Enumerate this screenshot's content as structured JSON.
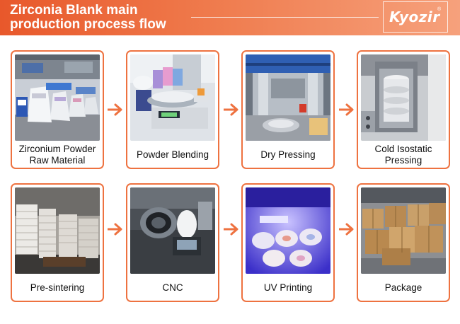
{
  "header": {
    "title_line1": "Zirconia Blank main",
    "title_line2": "production process flow",
    "logo": "Kyozir",
    "logo_mark": "®"
  },
  "colors": {
    "accent": "#ee7240",
    "header_start": "#e8582b",
    "header_end": "#f6a17c"
  },
  "steps": [
    {
      "label": "Zirconium Powder Raw Material",
      "photo": "powder-bags-photo"
    },
    {
      "label": "Powder Blending",
      "photo": "blending-scale-photo"
    },
    {
      "label": "Dry Pressing",
      "photo": "press-machine-photo"
    },
    {
      "label": "Cold Isostatic Pressing",
      "photo": "isostatic-press-photo"
    },
    {
      "label": "Pre-sintering",
      "photo": "stacked-trays-photo"
    },
    {
      "label": "CNC",
      "photo": "cnc-machine-photo"
    },
    {
      "label": "UV Printing",
      "photo": "uv-printed-discs-photo"
    },
    {
      "label": "Package",
      "photo": "cardboard-boxes-photo"
    }
  ],
  "flow_arrow_icon": "arrow-right-icon"
}
